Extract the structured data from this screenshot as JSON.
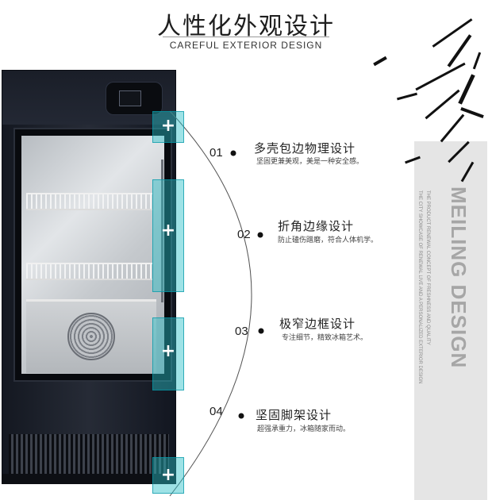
{
  "header": {
    "title": "人性化外观设计",
    "subtitle": "CAREFUL EXTERIOR DESIGN"
  },
  "features": [
    {
      "num": "01",
      "title": "多壳包边物理设计",
      "desc": "坚固更兼美观，美是一种安全感。"
    },
    {
      "num": "02",
      "title": "折角边缘设计",
      "desc": "防止磕伤蹭磨，符合人体机学。"
    },
    {
      "num": "03",
      "title": "极窄边框设计",
      "desc": "专注细节，精致冰箱艺术。"
    },
    {
      "num": "04",
      "title": "坚固脚架设计",
      "desc": "超强承重力，冰箱随家而动。"
    }
  ],
  "markers": {
    "symbol": "+"
  },
  "decoration": {
    "brand": "MEILING DESIGN",
    "fine_1": "THE CITY SHOWCASE OF RENEWAL LIVE AND A PERSONALIZED EXTERIOR DESIGN",
    "fine_2": "THE PRODUCT RENEWAL CONCEPT OF FRESHNESS AND QUALITY"
  },
  "colors": {
    "marker_fill": "#28bec8",
    "body_dark": "#1c202a",
    "brand_gray": "#a6a6a6"
  }
}
